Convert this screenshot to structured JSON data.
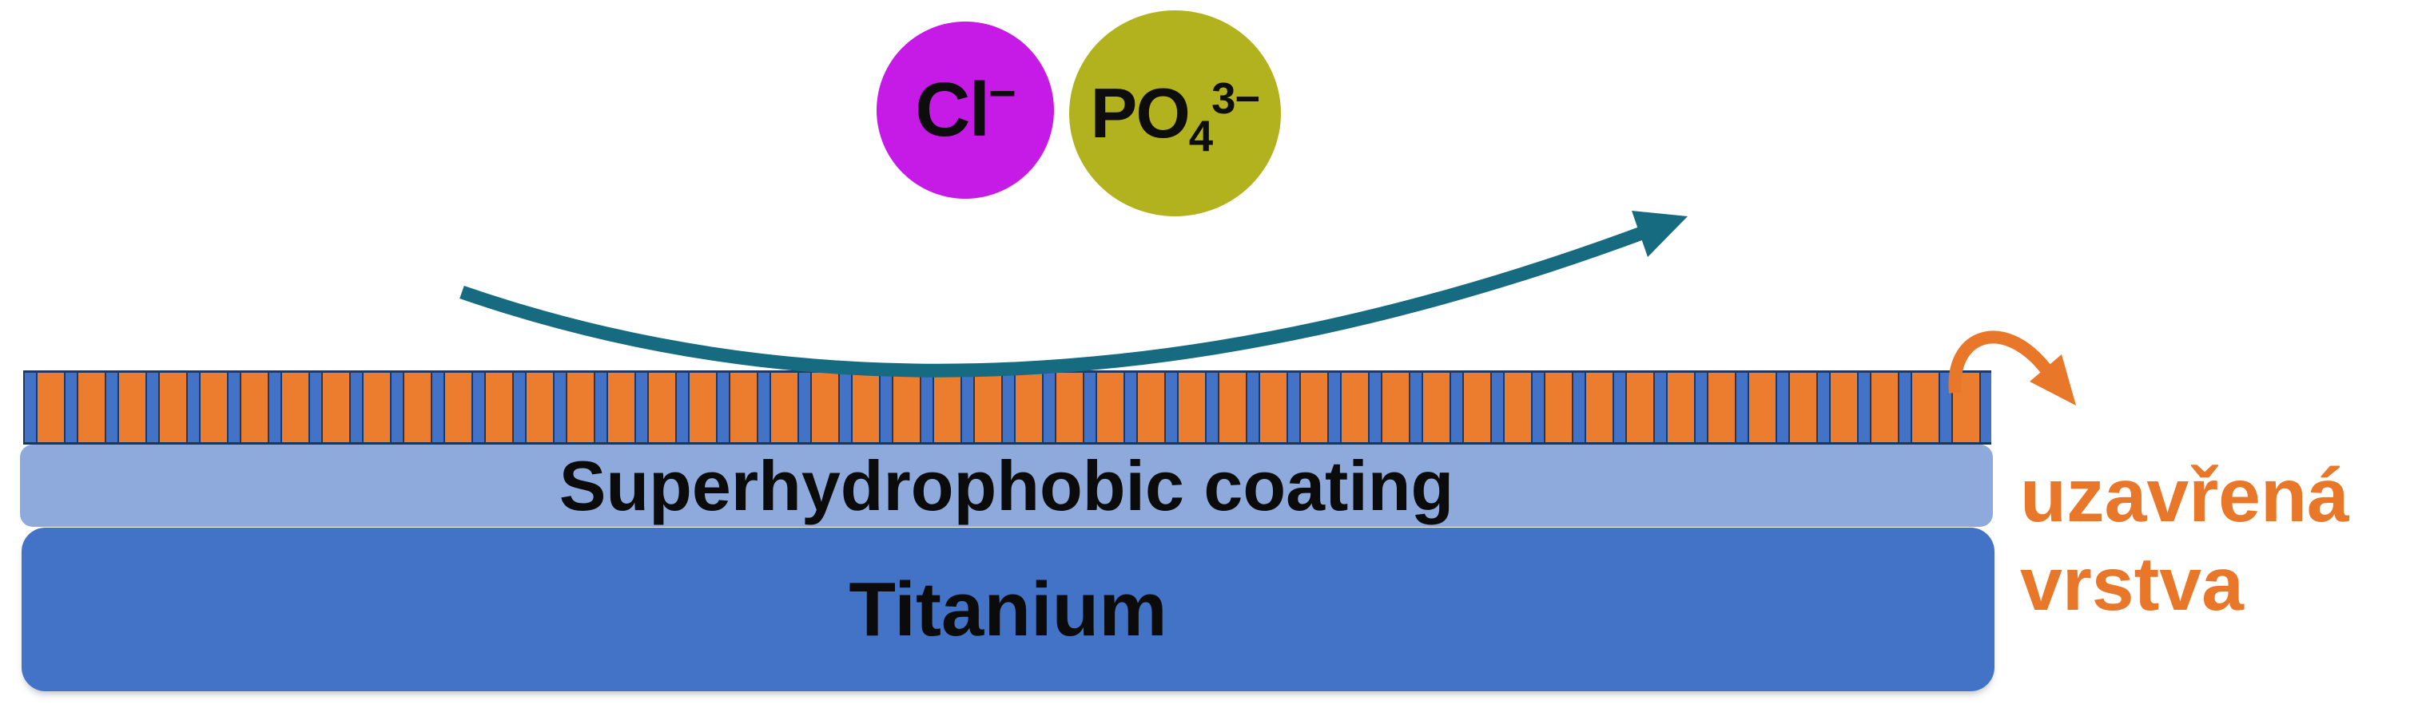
{
  "ions": {
    "chloride": {
      "symbol": "Cl",
      "charge": "−",
      "color": "#C61BE6"
    },
    "phosphate": {
      "symbol": "PO",
      "subscript": "4",
      "charge": "3−",
      "color": "#B2B21F"
    }
  },
  "layers": {
    "pillar_layer": {
      "stripe_orange": "#EC7C2E",
      "stripe_blue": "#4273C6",
      "stripe_navy": "#1F3864"
    },
    "coating": {
      "label": "Superhydrophobic coating",
      "color": "#8EA9DB"
    },
    "substrate": {
      "label": "Titanium",
      "color": "#4273C6"
    }
  },
  "annotation": {
    "line1": "uzavřená",
    "line2": "vrstva",
    "color": "#E8772A"
  },
  "arrows": {
    "bounce": {
      "color": "#176B80"
    },
    "escape": {
      "color": "#E8772A"
    }
  }
}
